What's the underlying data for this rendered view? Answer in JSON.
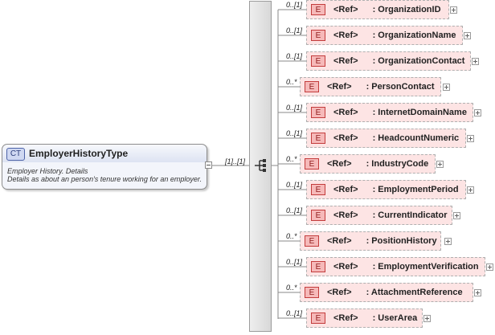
{
  "complex_type": {
    "badge": "CT",
    "name": "EmployerHistoryType",
    "doc_line1": "Employer History. Details",
    "doc_line2": "Details as about an person's tenure working for an employer."
  },
  "sequence_occurrence": "[1]..[1]",
  "elements": [
    {
      "occurrence": "0..[1]",
      "badge": "E",
      "ref": "<Ref>",
      "name": ": OrganizationID"
    },
    {
      "occurrence": "0..[1]",
      "badge": "E",
      "ref": "<Ref>",
      "name": ": OrganizationName"
    },
    {
      "occurrence": "0..[1]",
      "badge": "E",
      "ref": "<Ref>",
      "name": ": OrganizationContact"
    },
    {
      "occurrence": "0..*",
      "badge": "E",
      "ref": "<Ref>",
      "name": ": PersonContact"
    },
    {
      "occurrence": "0..[1]",
      "badge": "E",
      "ref": "<Ref>",
      "name": ": InternetDomainName"
    },
    {
      "occurrence": "0..[1]",
      "badge": "E",
      "ref": "<Ref>",
      "name": ": HeadcountNumeric"
    },
    {
      "occurrence": "0..*",
      "badge": "E",
      "ref": "<Ref>",
      "name": ": IndustryCode"
    },
    {
      "occurrence": "0..[1]",
      "badge": "E",
      "ref": "<Ref>",
      "name": ": EmploymentPeriod"
    },
    {
      "occurrence": "0..[1]",
      "badge": "E",
      "ref": "<Ref>",
      "name": ": CurrentIndicator"
    },
    {
      "occurrence": "0..*",
      "badge": "E",
      "ref": "<Ref>",
      "name": ": PositionHistory"
    },
    {
      "occurrence": "0..[1]",
      "badge": "E",
      "ref": "<Ref>",
      "name": ": EmploymentVerification"
    },
    {
      "occurrence": "0..*",
      "badge": "E",
      "ref": "<Ref>",
      "name": ": AttachmentReference"
    },
    {
      "occurrence": "0..[1]",
      "badge": "E",
      "ref": "<Ref>",
      "name": ": UserArea"
    }
  ],
  "colors": {
    "element_fill": "#fde4e4",
    "element_badge": "#f6b9b9",
    "type_fill": "#f3f5fb",
    "connector": "#8a8a8a"
  }
}
